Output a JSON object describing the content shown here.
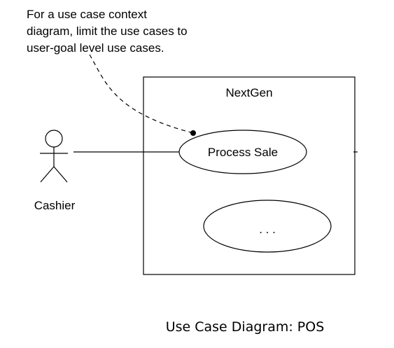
{
  "note": {
    "lines": [
      "For a use case context",
      "diagram, limit the use cases to",
      "user-goal level use cases."
    ]
  },
  "system": {
    "name": "NextGen"
  },
  "actor": {
    "name": "Cashier"
  },
  "use_cases": [
    {
      "label": "Process Sale"
    },
    {
      "label": ". . ."
    }
  ],
  "caption": "Use Case Diagram: POS"
}
